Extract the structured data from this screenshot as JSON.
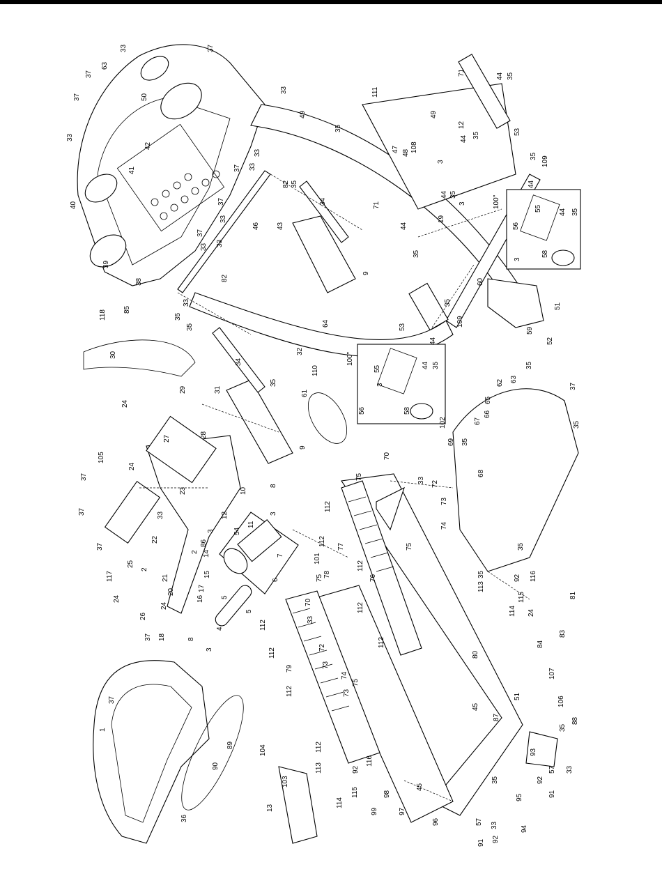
{
  "diagram": {
    "kind": "exploded-parts-diagram",
    "callouts": [
      "1",
      "2",
      "3",
      "4",
      "5",
      "6",
      "7",
      "8",
      "9",
      "10",
      "11",
      "12",
      "13",
      "14",
      "15",
      "16",
      "17",
      "18",
      "19",
      "20",
      "21",
      "22",
      "23",
      "24",
      "25",
      "26",
      "27",
      "28",
      "29",
      "30",
      "31",
      "32",
      "33",
      "34",
      "35",
      "36",
      "37",
      "38",
      "39",
      "40",
      "41",
      "42",
      "43",
      "44",
      "45",
      "46",
      "47",
      "48",
      "49",
      "50",
      "51",
      "52",
      "53",
      "54",
      "55",
      "56",
      "57",
      "58",
      "59",
      "60",
      "61",
      "62",
      "63",
      "64",
      "65",
      "66",
      "67",
      "68",
      "69",
      "70",
      "71",
      "72",
      "73",
      "74",
      "75",
      "76",
      "77",
      "78",
      "79",
      "80",
      "81",
      "82",
      "83",
      "84",
      "85",
      "86",
      "87",
      "88",
      "89",
      "90",
      "91",
      "92",
      "93",
      "94",
      "95",
      "96",
      "97",
      "98",
      "99",
      "100\"",
      "101",
      "102",
      "103",
      "104",
      "105",
      "106",
      "107",
      "108",
      "109",
      "110",
      "111",
      "112",
      "113",
      "114",
      "115",
      "116",
      "117",
      "118"
    ]
  }
}
